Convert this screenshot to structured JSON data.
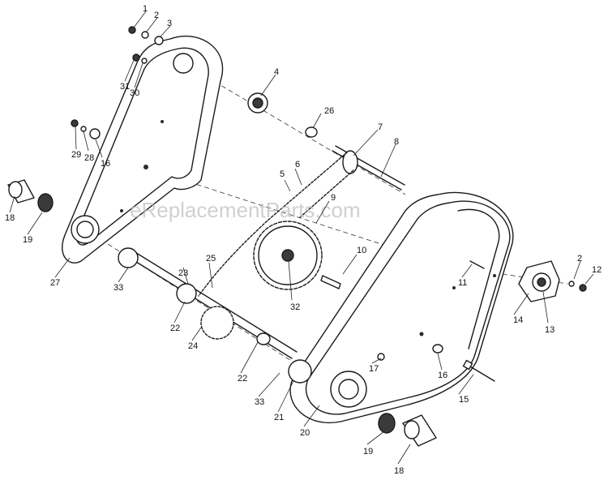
{
  "watermark": "eReplacementParts.com",
  "callouts": [
    "1",
    "2",
    "3",
    "4",
    "31",
    "30",
    "26",
    "7",
    "8",
    "29",
    "28",
    "16",
    "6",
    "5",
    "9",
    "18",
    "19",
    "10",
    "27",
    "33",
    "23",
    "25",
    "11",
    "2",
    "12",
    "32",
    "22",
    "24",
    "14",
    "13",
    "22",
    "17",
    "16",
    "33",
    "21",
    "15",
    "20",
    "19",
    "18"
  ]
}
